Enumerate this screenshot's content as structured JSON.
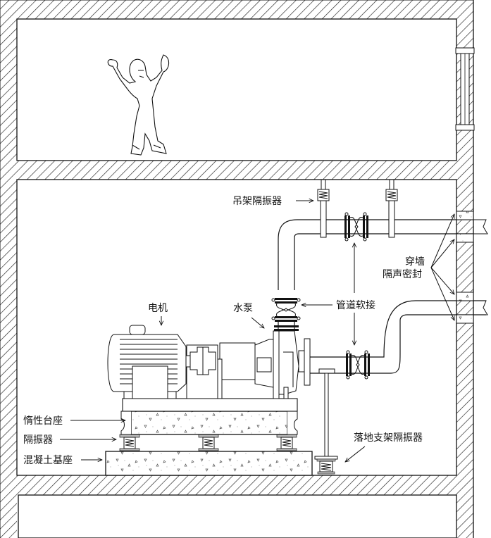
{
  "diagram": {
    "title": "水泵机组隔振降噪示意图",
    "labels": {
      "hanger_isolator": "吊架隔振器",
      "wall_seal_line1": "穿墙",
      "wall_seal_line2": "隔声密封",
      "motor": "电机",
      "pump": "水泵",
      "flexible_joint": "管道软接",
      "inertia_base": "惰性台座",
      "isolator": "隔振器",
      "concrete_base": "混凝土基座",
      "floor_support_isolator": "落地支架隔振器"
    },
    "colors": {
      "line": "#111111",
      "background": "#ffffff",
      "hatch": "#222222",
      "concrete_speckle": "#555555"
    }
  }
}
